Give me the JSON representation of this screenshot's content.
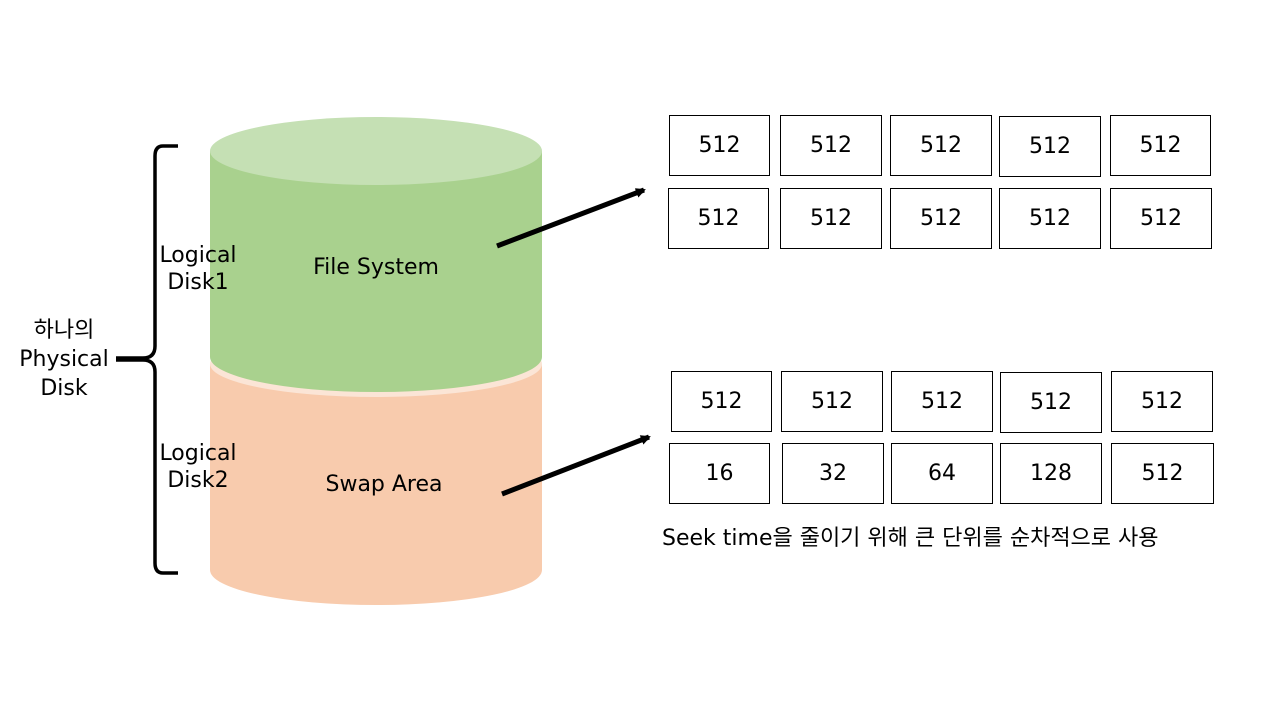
{
  "physical_disk_lines": [
    "하나의",
    "Physical",
    "Disk"
  ],
  "logical_disk1_lines": [
    "Logical",
    "Disk1"
  ],
  "logical_disk2_lines": [
    "Logical",
    "Disk2"
  ],
  "file_system_label": "File System",
  "swap_area_label": "Swap Area",
  "file_system_blocks": {
    "row1": [
      "512",
      "512",
      "512",
      "512",
      "512"
    ],
    "row2": [
      "512",
      "512",
      "512",
      "512",
      "512"
    ]
  },
  "swap_area_blocks": {
    "row1": [
      "512",
      "512",
      "512",
      "512",
      "512"
    ],
    "row2": [
      "16",
      "32",
      "64",
      "128",
      "512"
    ]
  },
  "caption": "Seek time을 줄이기 위해 큰 단위를 순차적으로 사용",
  "colors": {
    "file_system_body": "#a9d18e",
    "file_system_top": "#c5e0b4",
    "swap_area_body": "#f8cbad",
    "swap_area_rim": "#fbe5d6"
  }
}
